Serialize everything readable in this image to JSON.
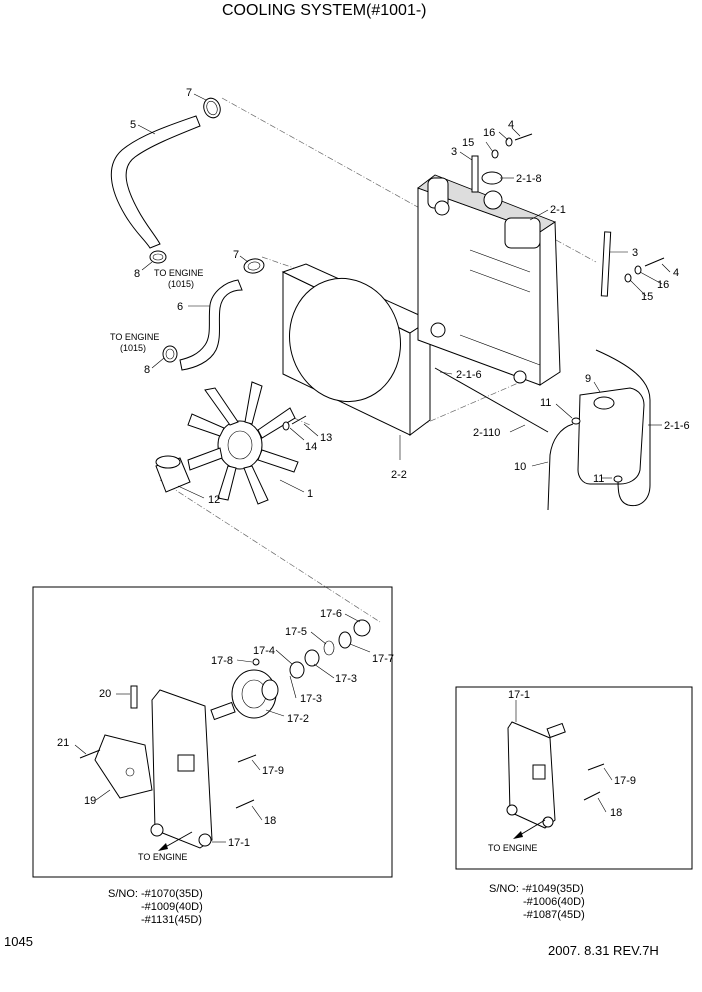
{
  "title": "COOLING SYSTEM(#1001-)",
  "page_number": "1045",
  "revision": "2007. 8.31  REV.7H",
  "to_engine": "TO ENGINE",
  "to_engine_ref": "(1015)",
  "callouts": {
    "c1": "1",
    "c2_1": "2-1",
    "c2_1_6a": "2-1-6",
    "c2_1_6b": "2-1-6",
    "c2_1_8": "2-1-8",
    "c2_110": "2-110",
    "c2_2": "2-2",
    "c3a": "3",
    "c3b": "3",
    "c4a": "4",
    "c4b": "4",
    "c5": "5",
    "c6": "6",
    "c7a": "7",
    "c7b": "7",
    "c8a": "8",
    "c8b": "8",
    "c9": "9",
    "c10": "10",
    "c11a": "11",
    "c11b": "11",
    "c12": "12",
    "c13": "13",
    "c14": "14",
    "c15a": "15",
    "c15b": "15",
    "c16a": "16",
    "c16b": "16",
    "d17_1": "17-1",
    "d17_2": "17-2",
    "d17_3a": "17-3",
    "d17_3b": "17-3",
    "d17_4": "17-4",
    "d17_5": "17-5",
    "d17_6": "17-6",
    "d17_7": "17-7",
    "d17_8": "17-8",
    "d17_9": "17-9",
    "d18": "18",
    "d19": "19",
    "d20": "20",
    "d21": "21",
    "e17_1a": "17-1",
    "e17_9": "17-9",
    "e18": "18"
  },
  "serial_left": [
    "S/NO: -#1070(35D)",
    "-#1009(40D)",
    "-#1131(45D)"
  ],
  "serial_right": [
    "S/NO: -#1049(35D)",
    "-#1006(40D)",
    "-#1087(45D)"
  ]
}
